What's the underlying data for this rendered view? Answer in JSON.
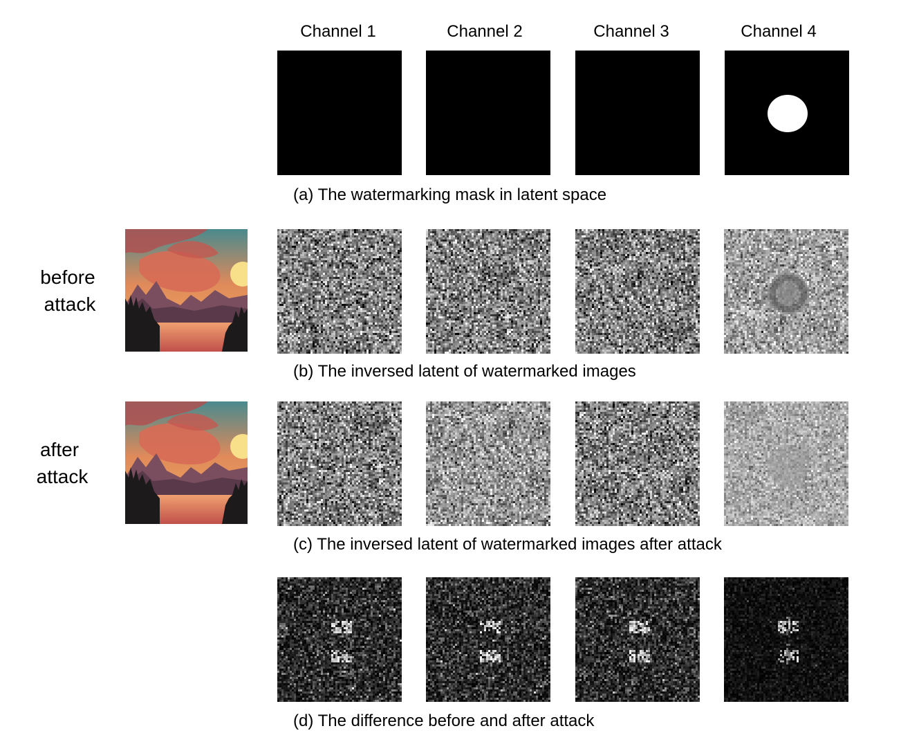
{
  "figure": {
    "column_headers": [
      "Channel 1",
      "Channel 2",
      "Channel 3",
      "Channel 4"
    ],
    "captions": {
      "a": "(a) The watermarking mask in latent space",
      "b": "(b) The inversed latent of watermarked images",
      "c": "(c) The inversed latent of watermarked images after attack",
      "d": "(d) The difference before and after attack"
    },
    "row_labels": {
      "before": [
        "before",
        "attack"
      ],
      "after": [
        "after",
        "attack"
      ]
    },
    "images": {
      "mask": [
        "black-square",
        "black-square",
        "black-square",
        "white-circle-on-black"
      ],
      "before": [
        "gaussian-noise",
        "gaussian-noise",
        "gaussian-noise",
        "gaussian-noise-with-ring"
      ],
      "after": [
        "gaussian-noise",
        "gaussian-noise",
        "gaussian-noise",
        "gaussian-noise-faint-ring"
      ],
      "difference": [
        "dark-noise-with-blobs",
        "dark-noise-with-blobs",
        "dark-noise-with-blobs",
        "very-dark-noise-with-blobs"
      ],
      "photo": "sunset-mountain-lake-illustration"
    }
  }
}
